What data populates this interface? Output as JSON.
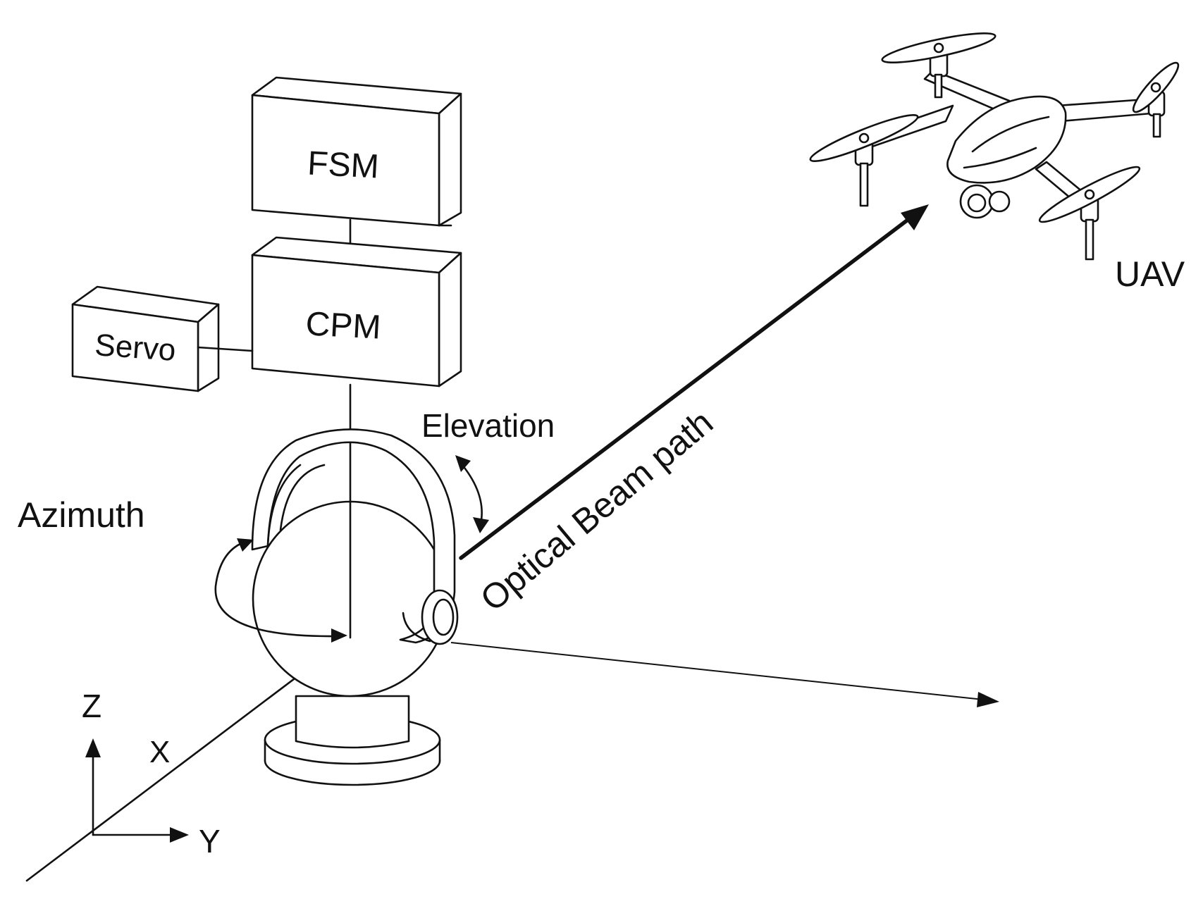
{
  "labels": {
    "fsm": "FSM",
    "cpm": "CPM",
    "servo": "Servo",
    "elevation": "Elevation",
    "azimuth": "Azimuth",
    "beam": "Optical Beam path",
    "uav": "UAV",
    "axis_z": "Z",
    "axis_x": "X",
    "axis_y": "Y"
  },
  "icons": {
    "drone": "quadcopter-drone-icon",
    "gimbal": "two-axis-gimbal-turret-icon"
  },
  "colors": {
    "ink": "#111111",
    "background": "#ffffff"
  }
}
